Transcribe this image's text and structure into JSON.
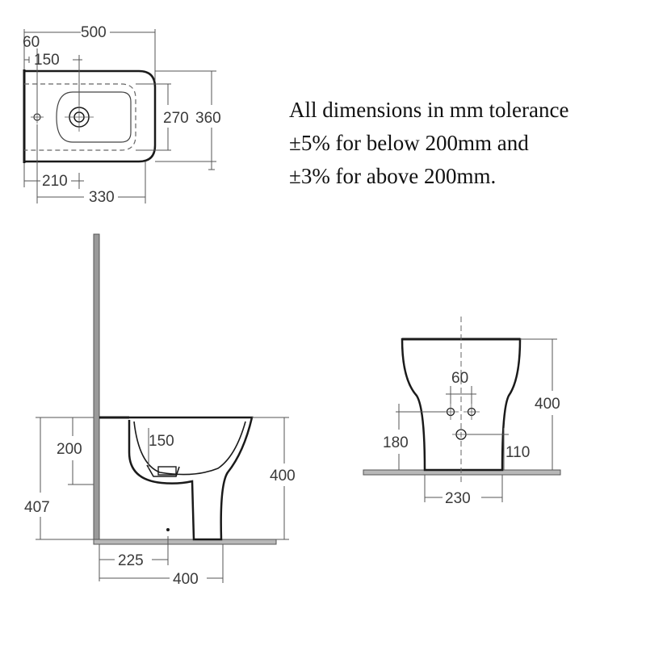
{
  "note": {
    "line1": "All dimensions in mm tolerance",
    "line2": "±5% for below 200mm and",
    "line3": "±3% for above 200mm."
  },
  "plan_view": {
    "dims": {
      "overall_length": "500",
      "rim_offset": "60",
      "tap_offset": "150",
      "inner_width": "270",
      "overall_width": "360",
      "fixing_offset": "210",
      "bowl_length": "330"
    }
  },
  "side_view": {
    "dims": {
      "inlet_height": "200",
      "overflow_offset": "150",
      "rim_height": "400",
      "wall_height": "407",
      "waste_offset": "225",
      "projection": "400"
    }
  },
  "front_view": {
    "dims": {
      "tap_spacing": "60",
      "total_height": "400",
      "fixing_height": "180",
      "waste_height": "110",
      "base_width": "230"
    }
  },
  "colors": {
    "outline": "#1a1a1a",
    "dimension": "#555555",
    "floor": "#b8b8b8",
    "wall": "#9a9a9a"
  }
}
